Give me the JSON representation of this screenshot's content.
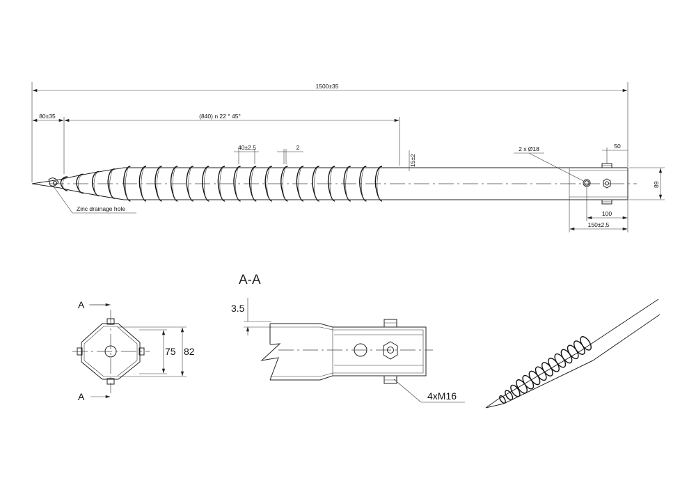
{
  "side_view": {
    "overall_length": "1500±35",
    "tip_length": "80±35",
    "helix_length": "(840) n 22 ° 45°",
    "pitch": "40±2,5",
    "flight_thickness": "2",
    "flight_height": "15±2",
    "holes": "2 x Ø18",
    "bolt_offset": "50",
    "diameter": "89",
    "hole_distance": "100",
    "socket_length": "150±2,5",
    "drain_label": "Zinc drainage hole"
  },
  "end_view": {
    "section_mark_top": "A",
    "section_mark_bottom": "A",
    "inner_width": "75",
    "outer_width": "82"
  },
  "section_view": {
    "title": "A-A",
    "wall_thickness": "3.5",
    "bolt_label": "4xM16"
  },
  "colors": {
    "line": "#222222",
    "background": "#ffffff"
  }
}
